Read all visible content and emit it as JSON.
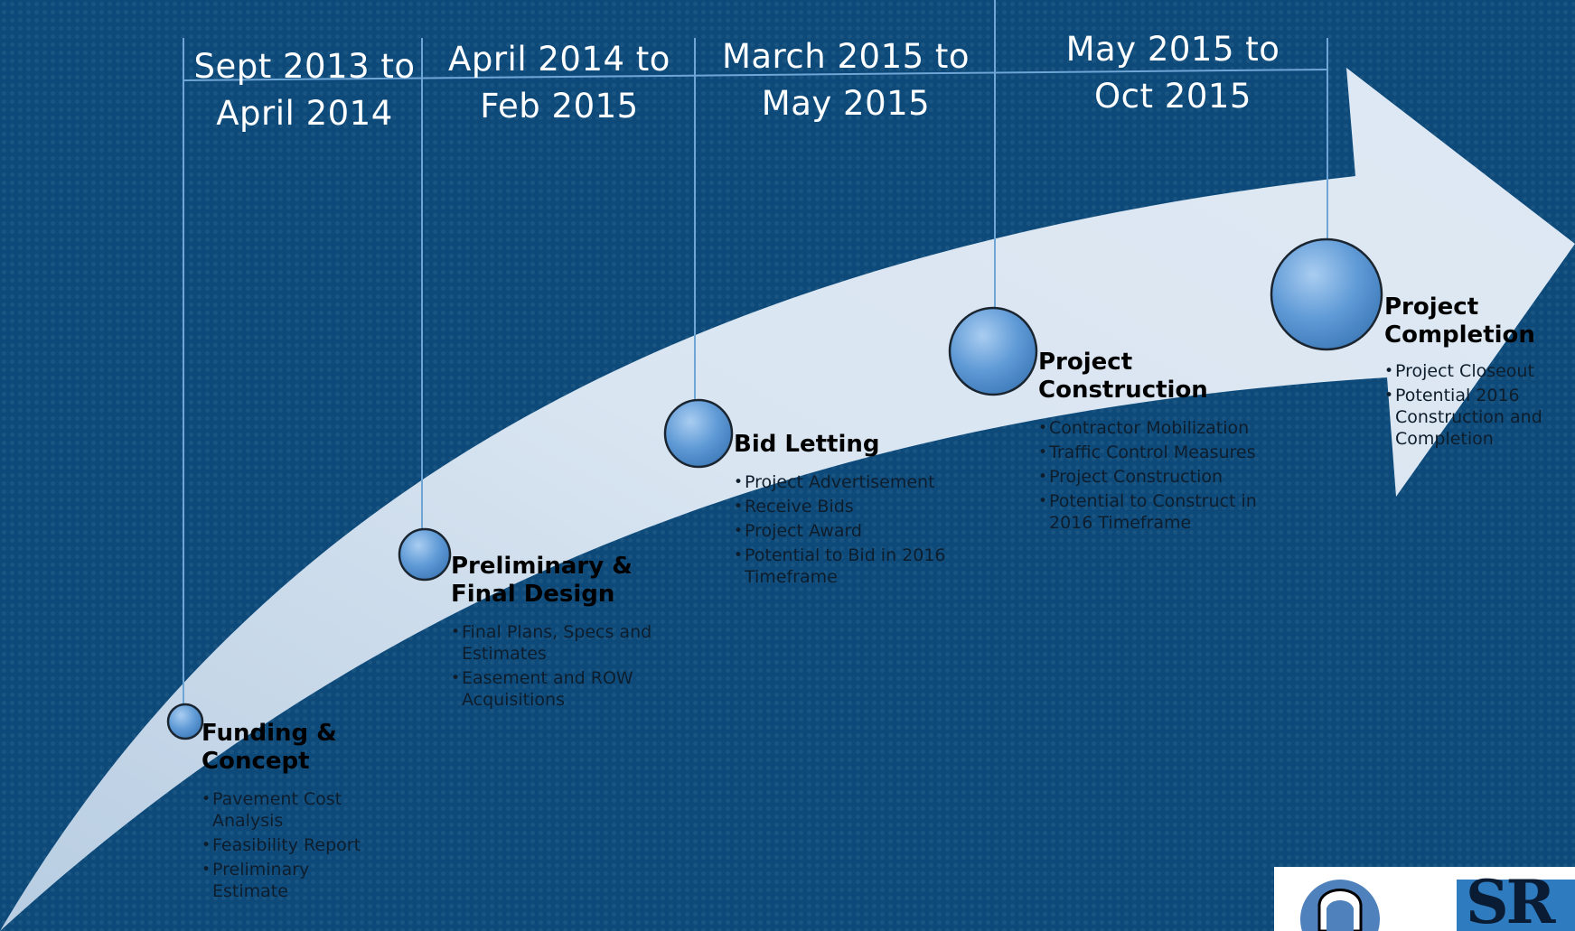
{
  "phases": [
    {
      "date": [
        "Sept 2013 to",
        "April 2014"
      ],
      "title": [
        "Funding &",
        "Concept"
      ],
      "bullets": [
        "Pavement Cost Analysis",
        "Feasibility Report",
        "Preliminary Estimate"
      ]
    },
    {
      "date": [
        "April 2014 to",
        "Feb 2015"
      ],
      "title": [
        "Preliminary &",
        "Final Design"
      ],
      "bullets": [
        "Final Plans, Specs and Estimates",
        "Easement and ROW Acquisitions"
      ]
    },
    {
      "date": [
        "March 2015 to",
        "May 2015"
      ],
      "title": [
        "Bid Letting"
      ],
      "bullets": [
        "Project Advertisement",
        "Receive Bids",
        "Project Award",
        "Potential to Bid in 2016 Timeframe"
      ]
    },
    {
      "date": [
        "May 2015 to",
        "Oct 2015"
      ],
      "title": [
        "Project",
        "Construction"
      ],
      "bullets": [
        "Contractor Mobilization",
        "Traffic Control Measures",
        "Project Construction",
        "Potential to Construct in 2016 Timeframe"
      ]
    },
    {
      "date": [],
      "title": [
        "Project",
        "Completion"
      ],
      "bullets": [
        "Project Closeout",
        "Potential 2016 Construction and Completion"
      ]
    }
  ],
  "logo_text": "SR",
  "colors": {
    "background": "#0d4a7a",
    "arrow": "#d6e3f0",
    "timeline_line": "#6fa6d6",
    "node_fill": "#5b97d4",
    "title_text": "#000000",
    "date_text": "#ffffff"
  }
}
